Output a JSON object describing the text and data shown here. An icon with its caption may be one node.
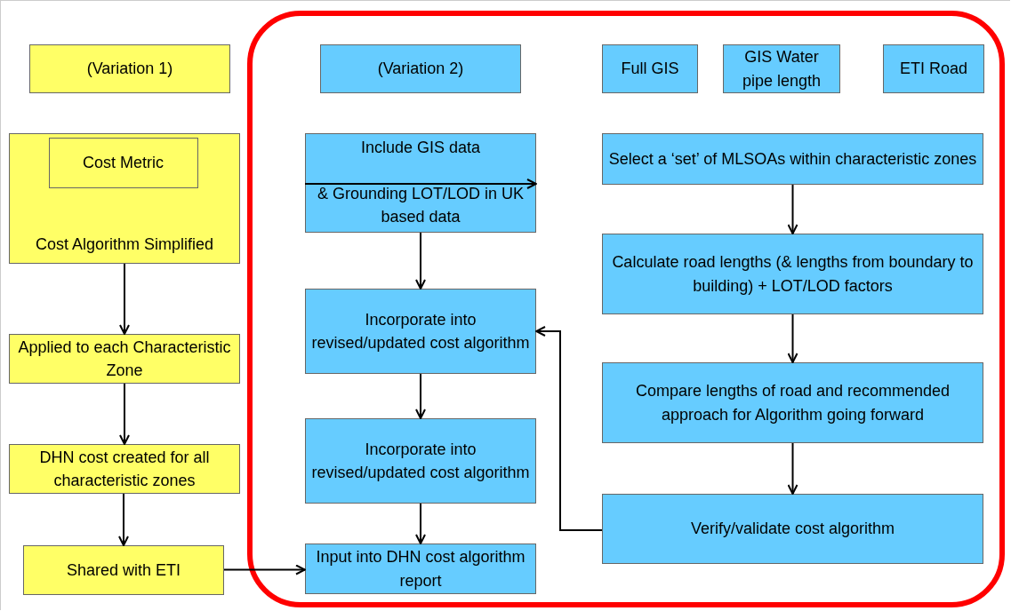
{
  "diagram": {
    "nodes": [
      {
        "text": [
          "(Variation 1)"
        ]
      },
      {
        "text": [],
        "shape": "box"
      },
      {
        "text": [
          "(Variation 2)"
        ],
        "in": 1
      },
      {
        "text": [
          "Full GIS"
        ],
        "in": 1
      },
      {
        "text": [
          "GIS Water pipe length"
        ],
        "in": 1
      },
      {
        "text": [
          "ETI Road"
        ],
        "in": 1
      },
      {
        "text": [
          "Cost Algorithm Simplified"
        ]
      },
      {
        "text": [
          "Cost Metric"
        ],
        "in": 6
      },
      {
        "text": [
          "Applied to each Characteristic Zone"
        ]
      },
      {
        "text": [
          "DHN cost created for all characteristic zones"
        ]
      },
      {
        "text": [
          "Shared with ETI"
        ]
      },
      {
        "text": [
          "Include GIS data",
          "& Grounding LOT/LOD in UK based data"
        ],
        "in": 1
      },
      {
        "text": [
          "Incorporate into revised/updated cost algorithm"
        ],
        "in": 1
      },
      {
        "text": [
          "Incorporate into revised/updated cost algorithm"
        ],
        "in": 1
      },
      {
        "text": [
          "Input into DHN cost algorithm report"
        ],
        "in": 1
      },
      {
        "text": [
          "Select a ‘set’ of MLSOAs within characteristic zones"
        ],
        "in": 1
      },
      {
        "text": [
          "Calculate road lengths (& lengths from boundary to building) + LOT/LOD factors"
        ],
        "in": 1
      },
      {
        "text": [
          "Compare lengths of road and recommended approach for Algorithm going forward"
        ],
        "in": 1
      },
      {
        "text": [
          "Verify/validate cost algorithm"
        ],
        "in": 1
      }
    ],
    "edges": [
      {
        "from": 6,
        "to": 8,
        "arrow": "to"
      },
      {
        "from": 8,
        "to": 9,
        "arrow": "to"
      },
      {
        "from": 9,
        "to": 10,
        "arrow": "to"
      },
      {
        "from": 10,
        "to": 14,
        "arrow": "to"
      },
      {
        "from": 11,
        "to": 12,
        "arrow": "to"
      },
      {
        "from": 12,
        "to": 13,
        "arrow": "to"
      },
      {
        "from": 13,
        "to": 14,
        "arrow": "to"
      },
      {
        "from": 15,
        "to": 16,
        "arrow": "to"
      },
      {
        "from": 16,
        "to": 17,
        "arrow": "to"
      },
      {
        "from": 17,
        "to": 18,
        "arrow": "to"
      },
      {
        "from": 18,
        "to": 12,
        "arrow": "to"
      },
      {
        "from": null,
        "to": 11,
        "arrow": "to"
      }
    ]
  }
}
